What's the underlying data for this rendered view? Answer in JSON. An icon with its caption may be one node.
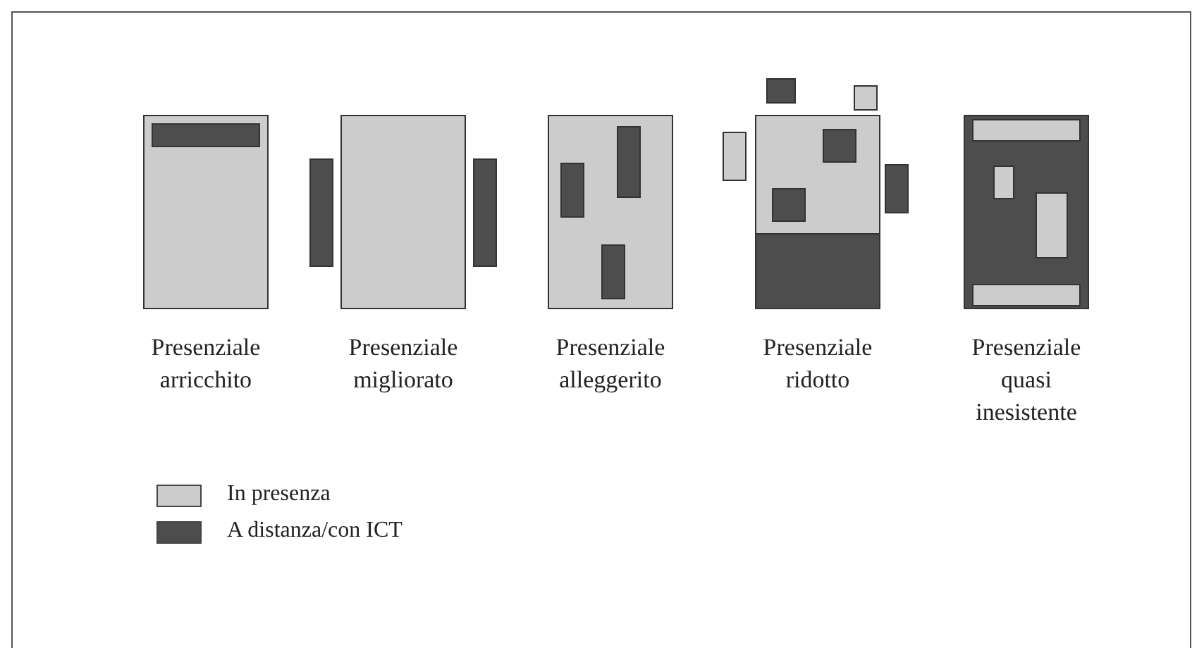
{
  "diagram": {
    "labels": [
      "Presenziale arricchito",
      "Presenziale migliorato",
      "Presenziale alleggerito",
      "Presenziale ridotto",
      "Presenziale quasi inesistente"
    ],
    "legend": [
      {
        "text": "In presenza",
        "color": "#cccccc"
      },
      {
        "text": "A distanza/con ICT",
        "color": "#4d4d4d"
      }
    ]
  }
}
